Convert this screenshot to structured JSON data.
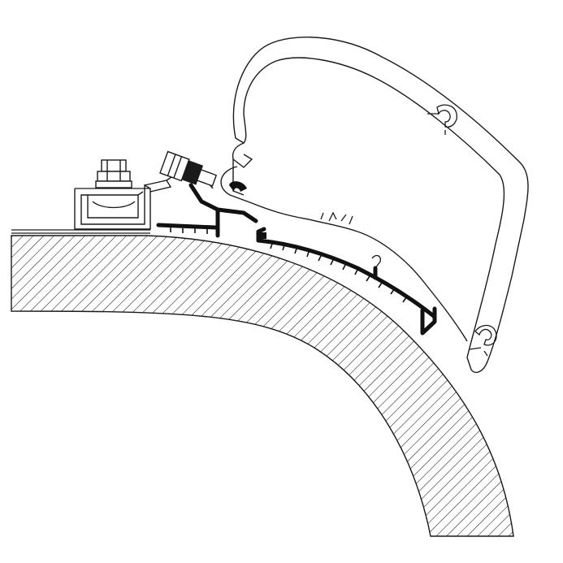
{
  "diagram": {
    "colors": {
      "background": "#ffffff",
      "line": "#1a1a1a",
      "hatch": "#1a1a1a",
      "fill": "#ffffff"
    },
    "parts": [
      "roof-section",
      "awning-cassette",
      "wall-rail",
      "mounting-bracket",
      "bolt",
      "adapter-profile",
      "end-cap"
    ]
  }
}
